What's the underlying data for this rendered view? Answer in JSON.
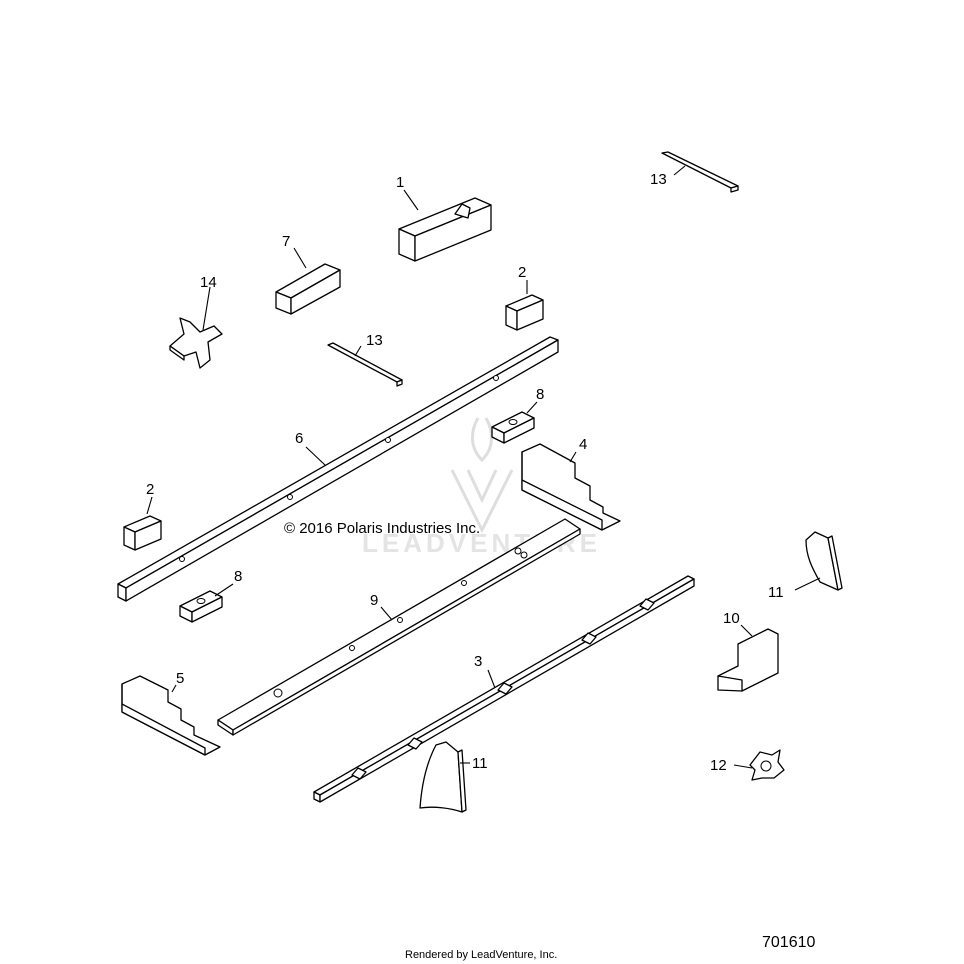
{
  "diagram": {
    "copyright": "© 2016 Polaris Industries Inc.",
    "watermark_text": "LEADVENTURE",
    "footer": "Rendered by LeadVenture, Inc.",
    "drawing_number": "701610",
    "callouts": {
      "c1": "1",
      "c2a": "2",
      "c2b": "2",
      "c3": "3",
      "c4": "4",
      "c5": "5",
      "c6": "6",
      "c7": "7",
      "c8a": "8",
      "c8b": "8",
      "c9": "9",
      "c10": "10",
      "c11a": "11",
      "c11b": "11",
      "c12": "12",
      "c13a": "13",
      "c13b": "13",
      "c14": "14"
    }
  }
}
